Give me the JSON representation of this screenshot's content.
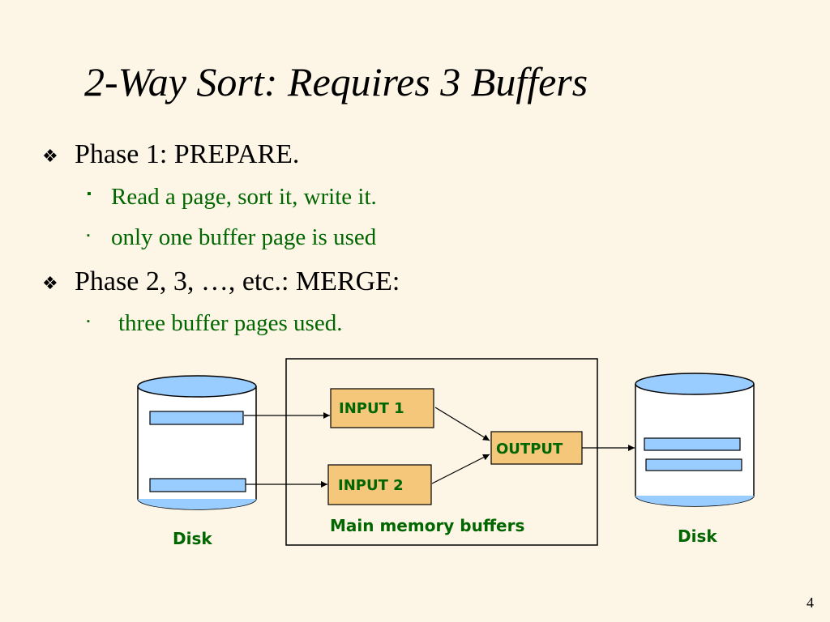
{
  "title": "2-Way Sort: Requires 3 Buffers",
  "bullets": [
    {
      "text": "Phase  1:  PREPARE.",
      "sub": [
        "Read a page, sort it, write it.",
        "only one buffer page is used"
      ]
    },
    {
      "text": "Phase  2, 3, …, etc.: MERGE:",
      "sub": [
        "three buffer pages used."
      ]
    }
  ],
  "diagram": {
    "input1": "INPUT 1",
    "input2": "INPUT 2",
    "output": "OUTPUT",
    "memory_label": "Main memory buffers",
    "left_disk": "Disk",
    "right_disk": "Disk"
  },
  "colors": {
    "background": "#FDF5E6",
    "disk_fill": "#99CCFF",
    "buffer_fill": "#F4C77A",
    "label_green": "#006600"
  },
  "page_number": "4"
}
